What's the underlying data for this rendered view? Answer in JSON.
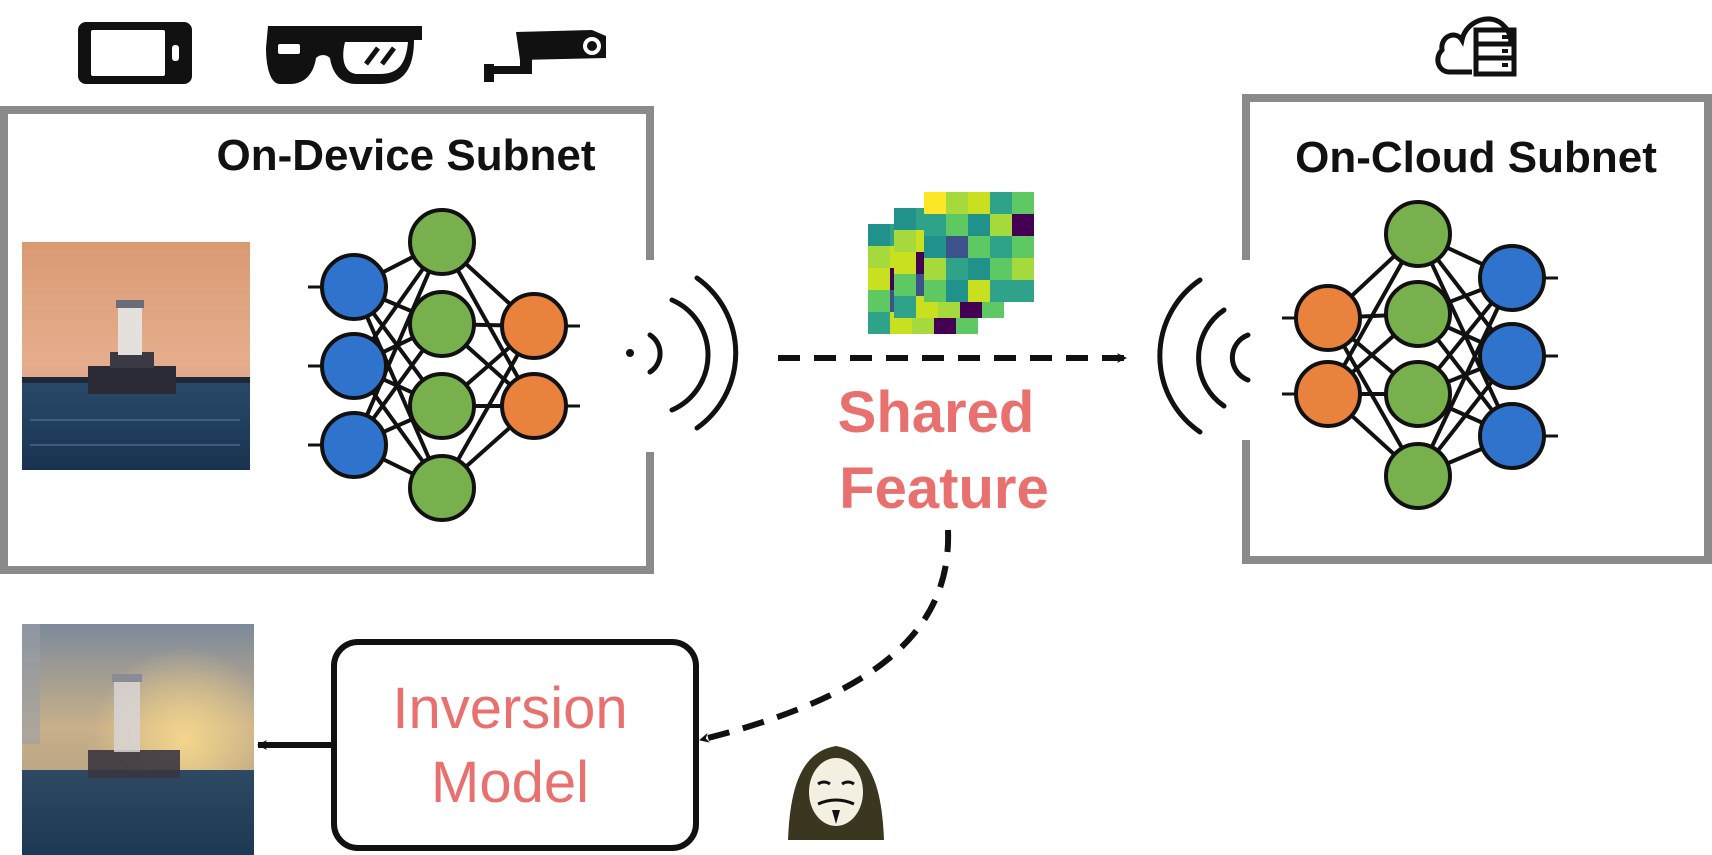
{
  "device_panel": {
    "title": "On-Device Subnet"
  },
  "cloud_panel": {
    "title": "On-Cloud Subnet"
  },
  "shared_feature": {
    "line1": "Shared",
    "line2": "Feature"
  },
  "inversion": {
    "line1": "Inversion",
    "line2": "Model"
  },
  "colors": {
    "frame_gray": "#8a8a8a",
    "node_blue": "#2f73cc",
    "node_green": "#78b04e",
    "node_orange": "#e8823c",
    "accent_red": "#e8706e",
    "dark": "#111111"
  },
  "icons": {
    "device_icons": [
      "smartphone-icon",
      "smart-glasses-icon",
      "security-camera-icon"
    ],
    "cloud_icon": "cloud-server-icon",
    "attacker_icon": "hacker-mask-icon",
    "signal_icons": [
      "wireless-signal-out-icon",
      "wireless-signal-in-icon"
    ]
  },
  "feature_map": {
    "palette": [
      "#440154",
      "#3b528b",
      "#21918c",
      "#2ea38a",
      "#5ec962",
      "#a6d93b",
      "#c8e020",
      "#fde725"
    ],
    "front": [
      [
        7,
        5,
        6,
        3,
        4
      ],
      [
        3,
        4,
        2,
        5,
        0
      ],
      [
        2,
        1,
        4,
        3,
        4
      ],
      [
        5,
        3,
        2,
        4,
        5
      ],
      [
        4,
        2,
        6,
        3,
        3
      ]
    ],
    "back": [
      [
        2,
        3,
        1,
        4,
        2
      ],
      [
        5,
        6,
        0,
        3,
        4
      ],
      [
        6,
        0,
        3,
        1,
        2
      ],
      [
        4,
        1,
        5,
        0,
        3
      ],
      [
        3,
        6,
        5,
        0,
        4
      ]
    ]
  }
}
